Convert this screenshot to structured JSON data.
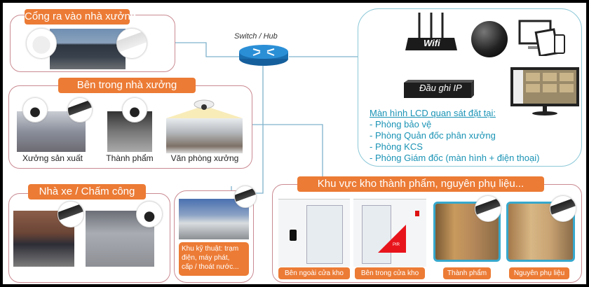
{
  "diagram": {
    "hub_label": "Switch / Hub",
    "sections": {
      "gate": {
        "title": "Cổng ra vào nhà xưởng"
      },
      "inside": {
        "title": "Bên trong nhà xưởng",
        "captions": [
          "Xưởng sản xuất",
          "Thành phẩm",
          "Văn phòng xưởng"
        ]
      },
      "parking": {
        "title": "Nhà xe / Chấm công"
      },
      "technical": {
        "label_lines": [
          "Khu kỹ thuật: trạm",
          "điện, máy phát,",
          "cấp / thoát nước..."
        ]
      },
      "warehouse": {
        "title": "Khu vực kho thành phẩm, nguyên phụ liệu...",
        "captions": [
          "Bên ngoài cửa kho",
          "Bên trong cửa kho",
          "Thành phẩm",
          "Nguyên phụ liệu"
        ],
        "pir_label": "PIR"
      },
      "monitoring": {
        "wifi_label": "Wifi",
        "nvr_label": "Đầu ghi IP",
        "lcd_heading": "Màn hình LCD quan sát đặt tại:",
        "lcd_locations": [
          "- Phòng bảo vệ",
          "- Phòng Quản đốc phân xưởng",
          "- Phòng KCS",
          "- Phòng Giám đốc (màn hình + điện thoại)"
        ]
      }
    },
    "colors": {
      "tag_orange": "#ec7b35",
      "frame_pink": "#c98a92",
      "frame_blue": "#8cc8d8",
      "line_blue": "#7fb2cc",
      "text_blue": "#1a93b5",
      "hub_blue": "#1e7fc4"
    },
    "icons": [
      "dome-camera-icon",
      "bullet-camera-icon",
      "fisheye-camera-icon",
      "router-icon",
      "globe-icon",
      "devices-icon",
      "nvr-icon",
      "monitor-icon",
      "hub-icon"
    ]
  }
}
